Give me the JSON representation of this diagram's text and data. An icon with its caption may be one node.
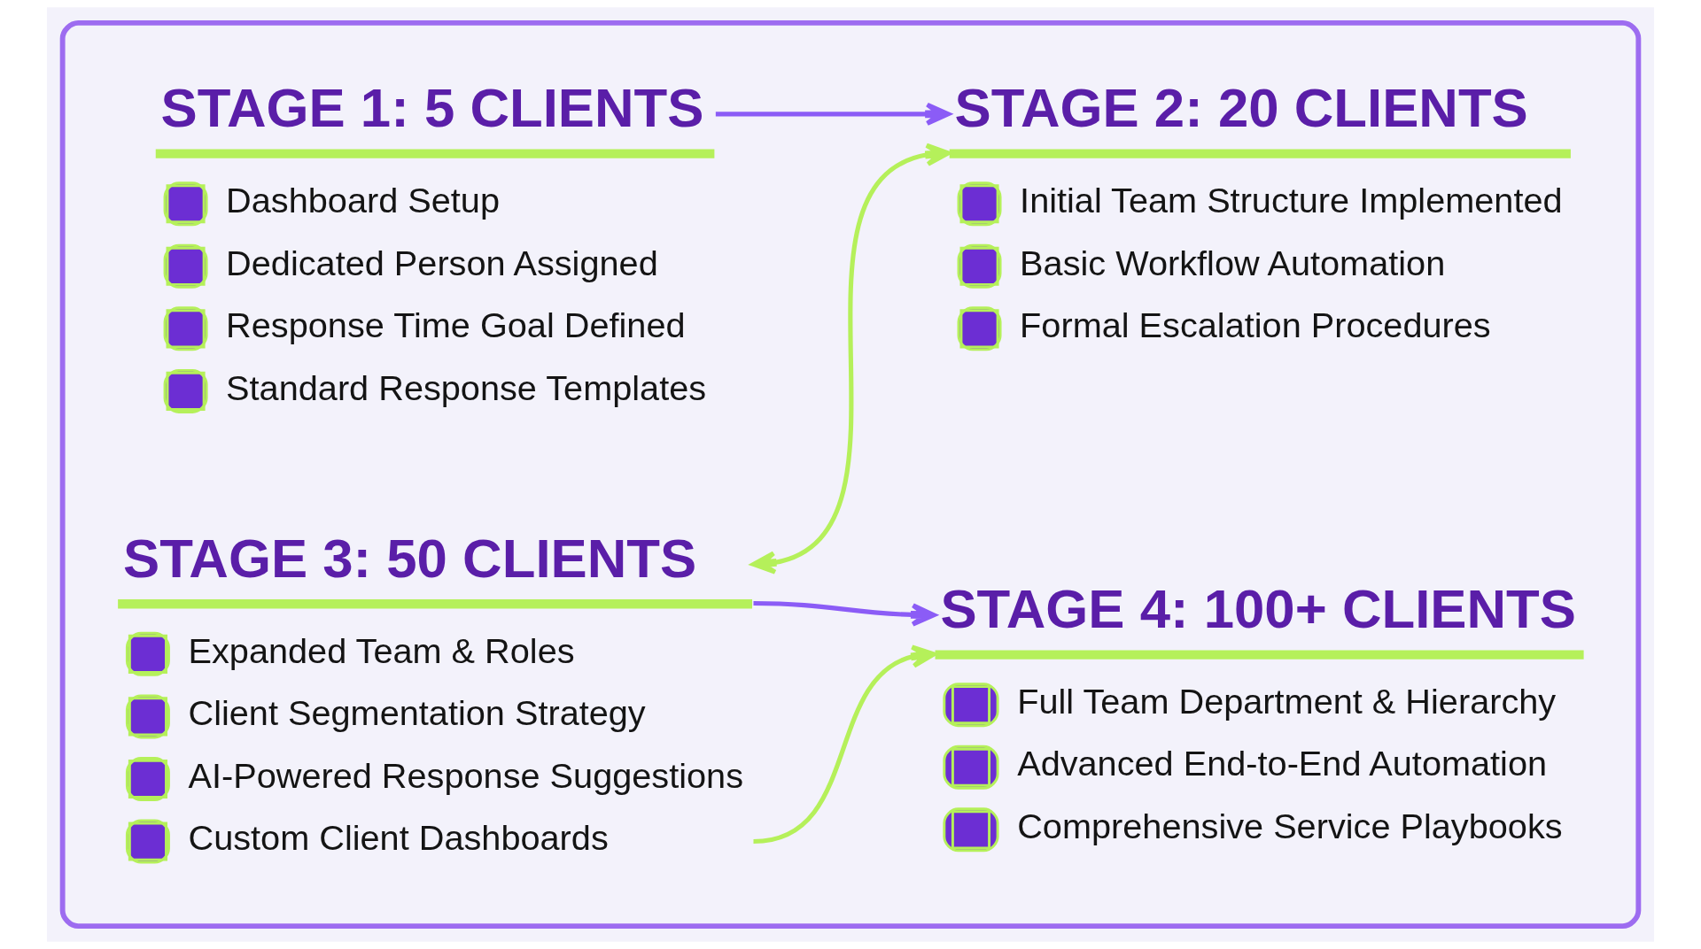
{
  "diagram": {
    "nodes": [
      {
        "text": [],
        "shape": "box"
      },
      {
        "text": [
          "STAGE 1: 5 CLIENTS",
          "Dashboard Setup",
          "Dedicated Person Assigned",
          "Response Time Goal Defined",
          "Standard Response Templates"
        ],
        "in": 0
      },
      {
        "text": [
          "STAGE 2: 20 CLIENTS",
          "Initial Team Structure Implemented",
          "Basic Workflow Automation",
          "Formal Escalation Procedures"
        ],
        "in": 0
      },
      {
        "text": [
          "STAGE 3: 50 CLIENTS",
          "Expanded Team & Roles",
          "Client Segmentation Strategy",
          "AI-Powered Response Suggestions",
          "Custom Client Dashboards"
        ],
        "in": 0
      },
      {
        "text": [
          "STAGE 4: 100+ CLIENTS",
          "Full Team Department & Hierarchy",
          "Advanced End-to-End Automation",
          "Comprehensive Service Playbooks"
        ],
        "in": 0
      }
    ],
    "edges": [
      {
        "from": 1,
        "to": 2,
        "arrow": "to",
        "color": "#8b5cf6"
      },
      {
        "from": 2,
        "to": 3,
        "arrow": "both",
        "color": "#b5f05a"
      },
      {
        "from": 3,
        "to": 4,
        "arrow": "to",
        "color": "#8b5cf6"
      },
      {
        "from": 3,
        "to": 4,
        "arrow": "to",
        "color": "#b5f05a"
      }
    ]
  }
}
